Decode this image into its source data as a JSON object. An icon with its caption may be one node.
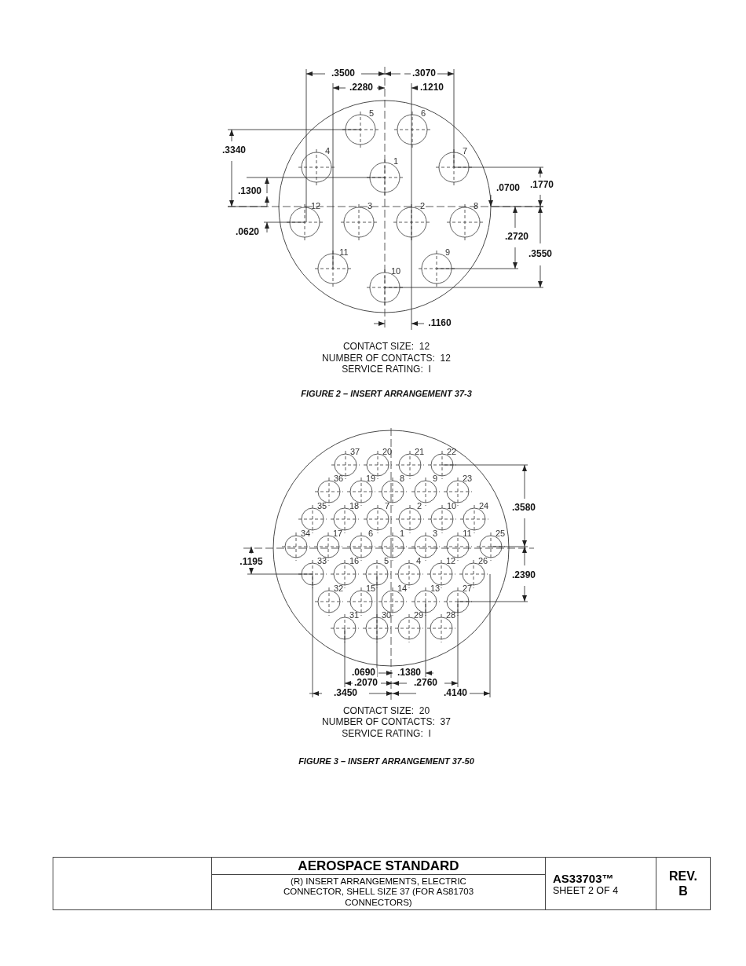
{
  "diagram": {
    "labels": [
      ".3500",
      ".3070",
      ".2280",
      ".1210",
      ".3340",
      ".1770",
      ".1300",
      ".0700",
      ".0620",
      ".2720",
      ".3550",
      ".1160",
      "5",
      "6",
      "4",
      "7",
      "1",
      "12",
      "3",
      "2",
      "8",
      "11",
      "9",
      "10",
      "CONTACT SIZE:  12",
      "NUMBER OF CONTACTS:  12",
      "SERVICE RATING:  I",
      "FIGURE 2 – INSERT ARRANGEMENT 37-3",
      ".3580",
      ".1195",
      ".2390",
      ".0690",
      ".1380",
      ".2070",
      ".2760",
      ".3450",
      ".4140",
      "37",
      "20",
      "21",
      "22",
      "36",
      "19",
      "8",
      "9",
      "23",
      "35",
      "18",
      "7",
      "2",
      "10",
      "24",
      "34",
      "17",
      "6",
      "1",
      "3",
      "11",
      "25",
      "33",
      "16",
      "5",
      "4",
      "12",
      "26",
      "32",
      "15",
      "14",
      "13",
      "27",
      "31",
      "30",
      "29",
      "28",
      "CONTACT SIZE:  20",
      "NUMBER OF CONTACTS:  37",
      "SERVICE RATING:  I",
      "FIGURE 3 – INSERT ARRANGEMENT 37-50",
      "AEROSPACE STANDARD",
      "(R) INSERT ARRANGEMENTS, ELECTRIC CONNECTOR, SHELL SIZE 37 (FOR AS81703 CONNECTORS)",
      "AS33703™",
      "SHEET 2 OF 4",
      "REV. B"
    ]
  }
}
